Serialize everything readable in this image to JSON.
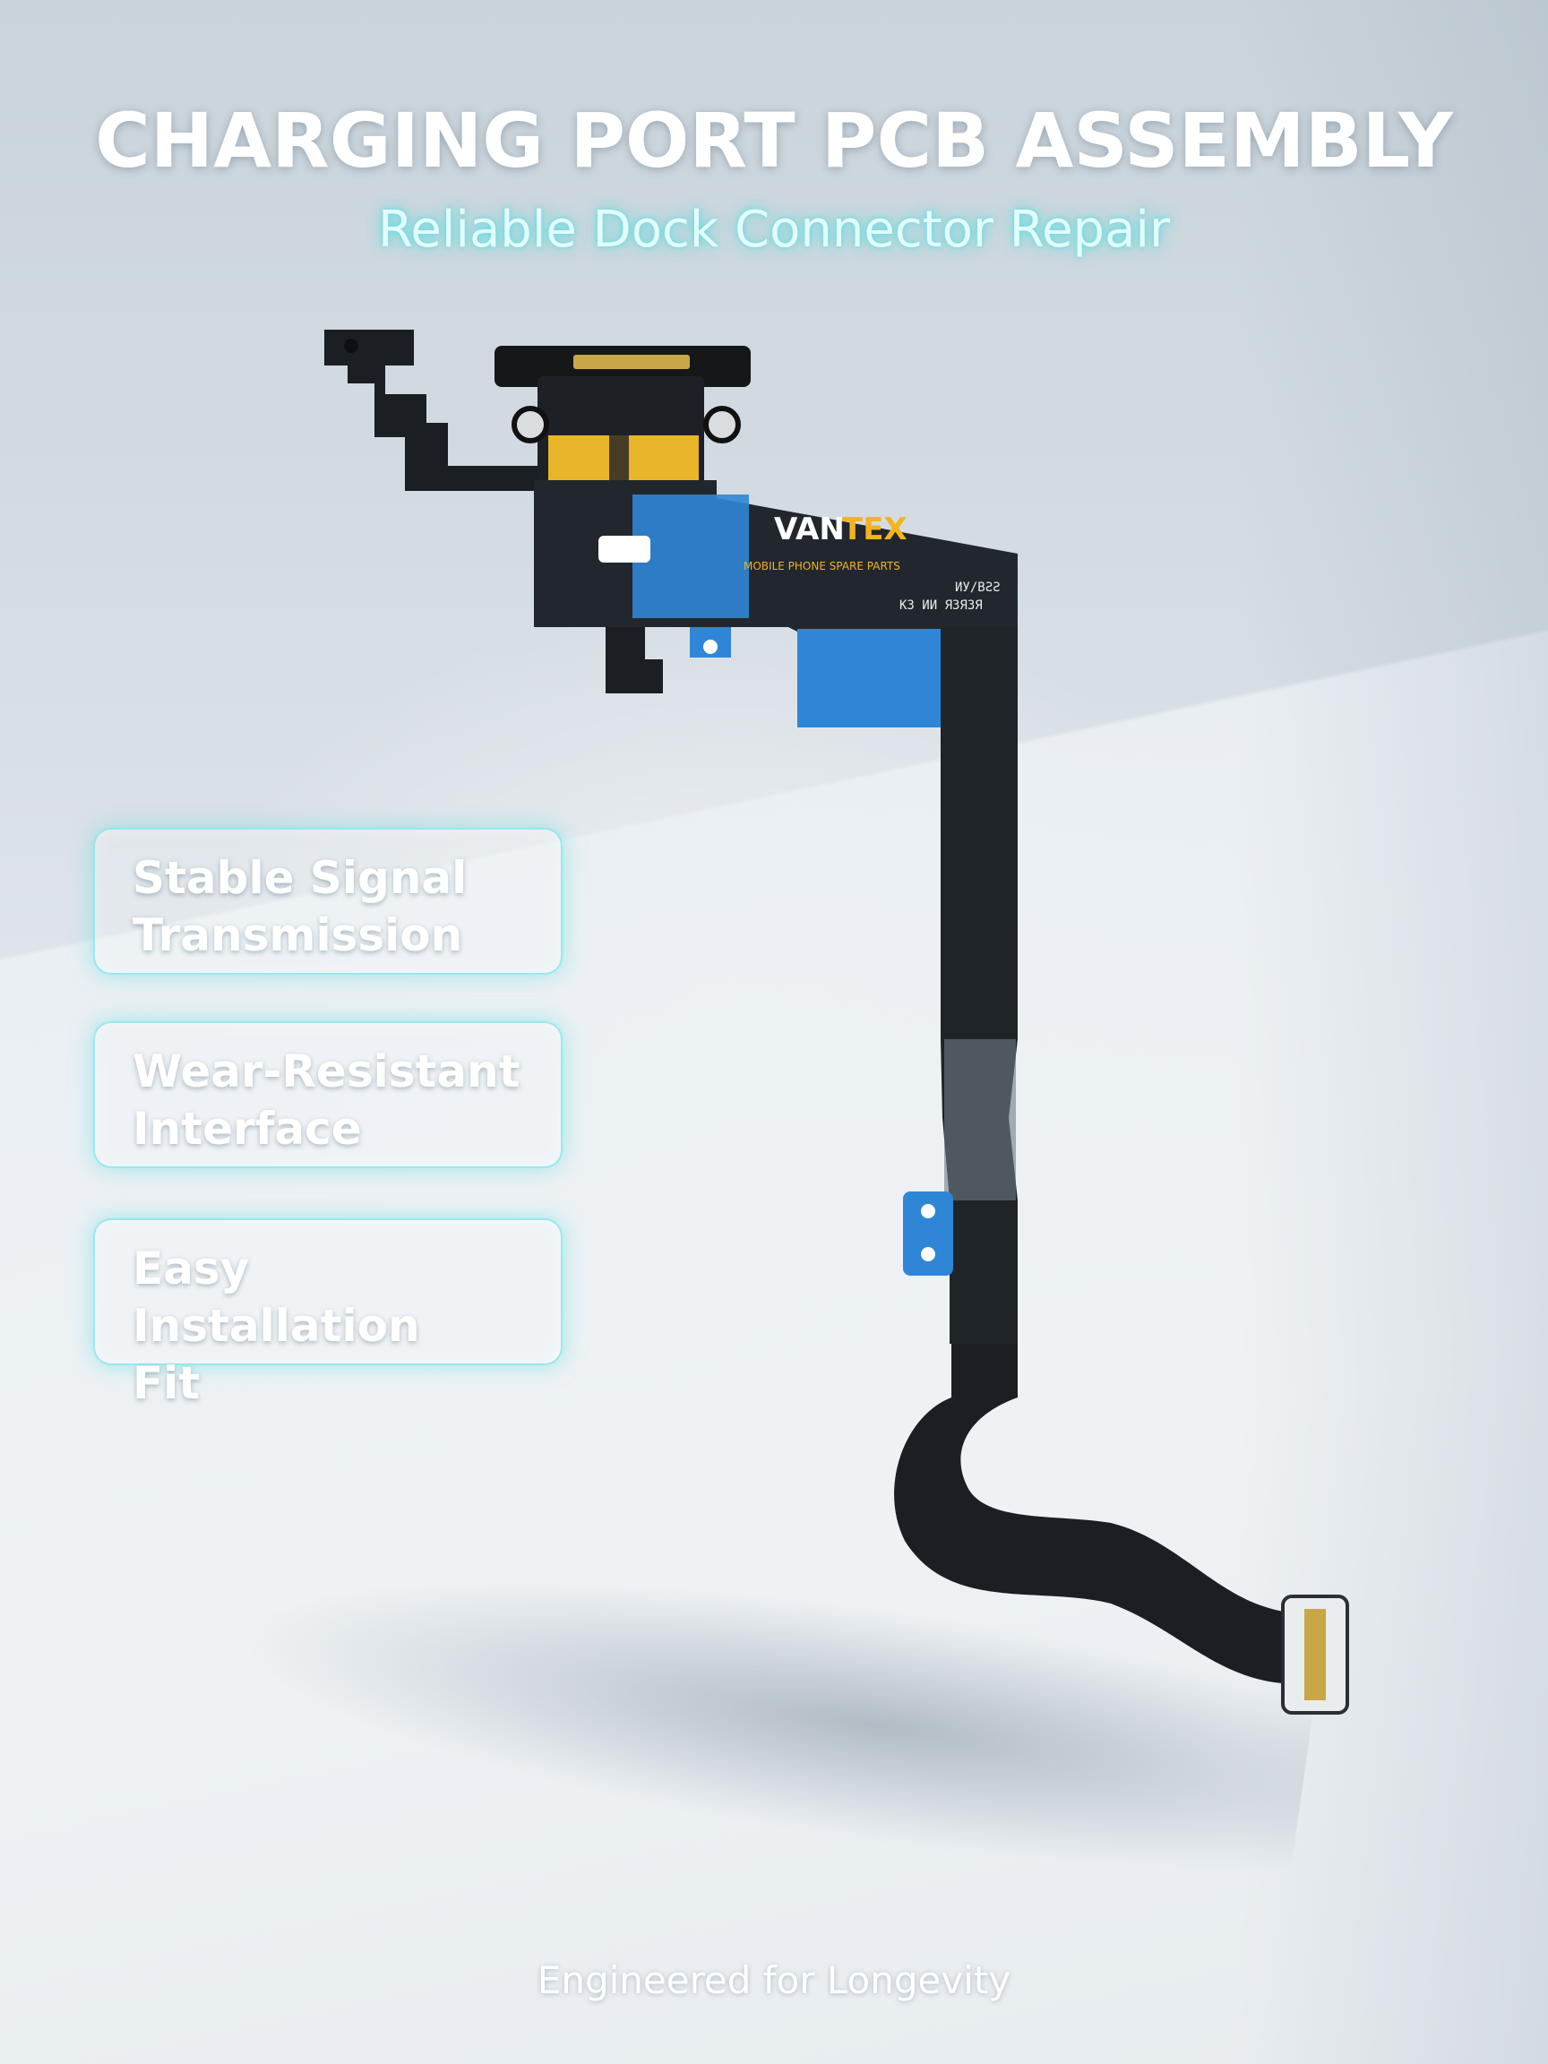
{
  "hero": {
    "title": "CHARGING PORT PCB ASSEMBLY",
    "subtitle": "Reliable Dock Connector Repair"
  },
  "features": [
    {
      "line1": "Stable Signal",
      "line2": "Transmission"
    },
    {
      "line1": "Wear-Resistant",
      "line2": "Interface"
    },
    {
      "line1": "Easy Installation",
      "line2": "Fit"
    }
  ],
  "product": {
    "brand_part1": "VAN",
    "brand_part2": "TEX",
    "brand_tagline": "MOBILE PHONE SPARE PARTS",
    "marking_line1": "ИУ/ВƧƧ",
    "marking_line2": "КЗ ИИ ЯЗЯЗЯ"
  },
  "footer": {
    "tagline": "Engineered for Longevity"
  },
  "colors": {
    "accent_glow": "#40e0e0",
    "brand_gold": "#f2b320",
    "flex_black": "#1b1f24",
    "stiffener_blue": "#2f86d6",
    "flex_gold": "#e8b52a"
  }
}
